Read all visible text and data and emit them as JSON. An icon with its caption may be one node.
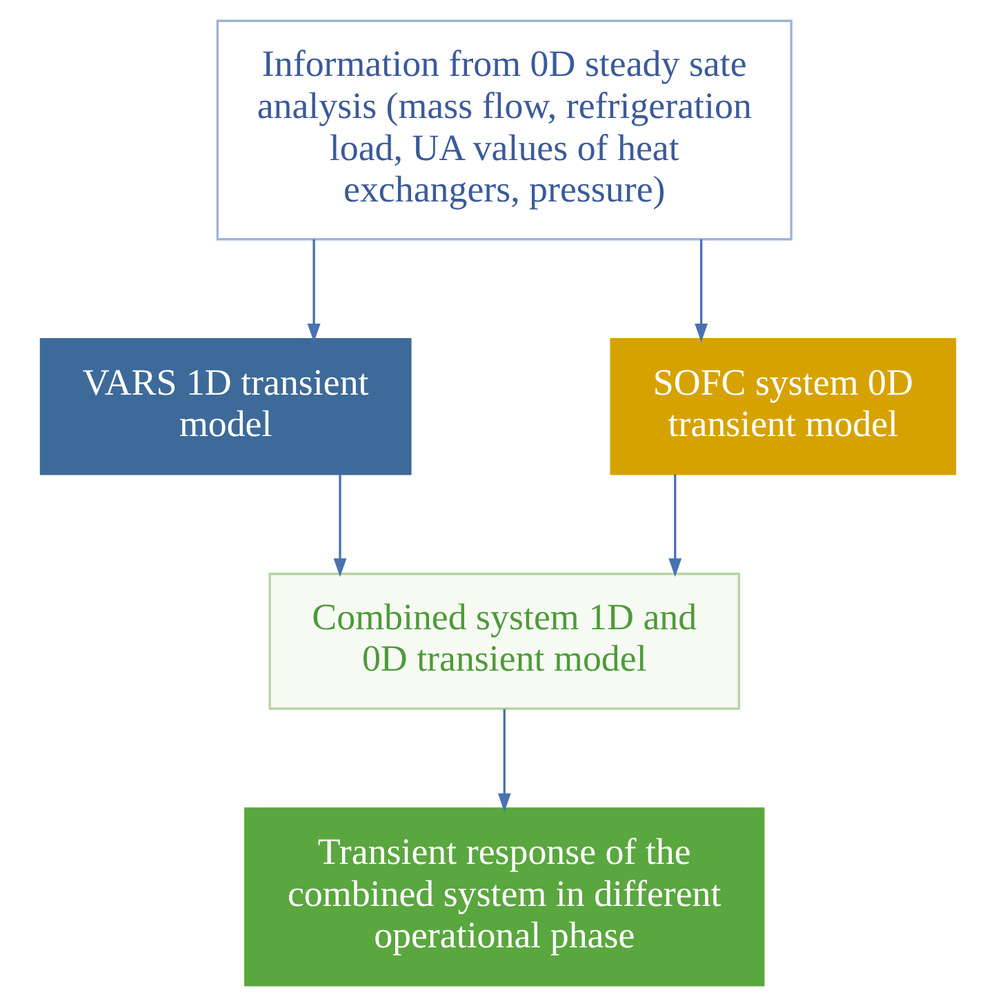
{
  "diagram": {
    "nodes": [
      {
        "text": [
          "Information from 0D steady sate analysis (mass flow, refrigeration load, UA values of heat exchangers, pressure)"
        ]
      },
      {
        "text": [
          "VARS 1D transient model"
        ]
      },
      {
        "text": [
          "SOFC system 0D transient model"
        ]
      },
      {
        "text": [
          "Combined system 1D and 0D transient model"
        ]
      },
      {
        "text": [
          "Transient response of the combined system in different operational phase"
        ]
      }
    ],
    "edges": [
      {
        "from": 0,
        "to": 1,
        "arrow": "to"
      },
      {
        "from": 0,
        "to": 2,
        "arrow": "to"
      },
      {
        "from": 1,
        "to": 3,
        "arrow": "to"
      },
      {
        "from": 2,
        "to": 3,
        "arrow": "to"
      },
      {
        "from": 3,
        "to": 4,
        "arrow": "to"
      }
    ]
  }
}
